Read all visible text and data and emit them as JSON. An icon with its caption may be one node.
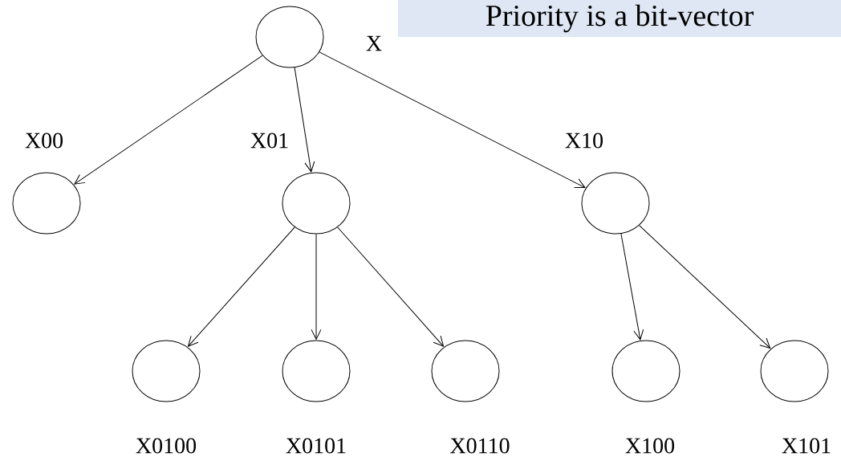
{
  "diagram": {
    "title": "Priority is a bit-vector",
    "nodes": [
      {
        "text": [],
        "shape": "circle",
        "beside": [
          "X"
        ]
      },
      {
        "text": [],
        "shape": "circle",
        "beside": [
          "X00"
        ]
      },
      {
        "text": [],
        "shape": "circle",
        "beside": [
          "X01"
        ]
      },
      {
        "text": [],
        "shape": "circle",
        "beside": [
          "X10"
        ]
      },
      {
        "text": [],
        "shape": "circle",
        "beside": [
          "X0100"
        ]
      },
      {
        "text": [],
        "shape": "circle",
        "beside": [
          "X0101"
        ]
      },
      {
        "text": [],
        "shape": "circle",
        "beside": [
          "X0110"
        ]
      },
      {
        "text": [],
        "shape": "circle",
        "beside": [
          "X100"
        ]
      },
      {
        "text": [],
        "shape": "circle",
        "beside": [
          "X101"
        ]
      }
    ],
    "edges": [
      {
        "from": 0,
        "to": 1,
        "arrow": "to"
      },
      {
        "from": 0,
        "to": 2,
        "arrow": "to"
      },
      {
        "from": 0,
        "to": 3,
        "arrow": "to"
      },
      {
        "from": 2,
        "to": 4,
        "arrow": "to"
      },
      {
        "from": 2,
        "to": 5,
        "arrow": "to"
      },
      {
        "from": 2,
        "to": 6,
        "arrow": "to"
      },
      {
        "from": 3,
        "to": 7,
        "arrow": "to"
      },
      {
        "from": 3,
        "to": 8,
        "arrow": "to"
      }
    ]
  }
}
